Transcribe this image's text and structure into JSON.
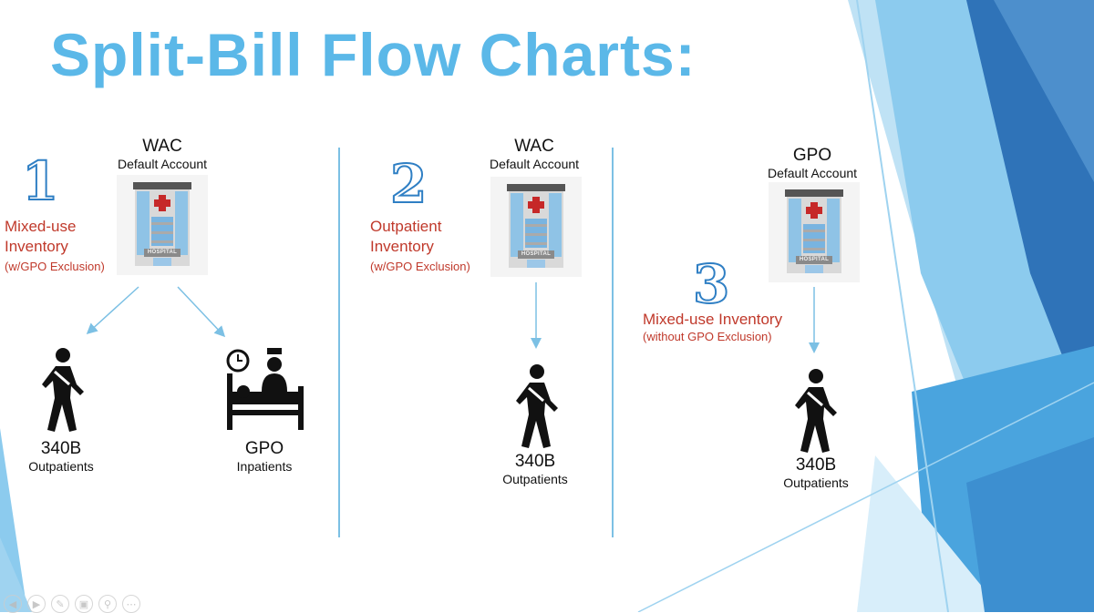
{
  "title": "Split-Bill Flow Charts:",
  "colors": {
    "title": "#5bb8e8",
    "inventory_text": "#c0392b",
    "number_outline": "#2f7fc4",
    "arrows": "#7cc0e4"
  },
  "flow1": {
    "number": "1",
    "account": "WAC",
    "account_sub": "Default Account",
    "inventory": [
      "Mixed-use",
      "Inventory"
    ],
    "exclusion": "(w/GPO Exclusion)",
    "targets": [
      {
        "account": "340B",
        "label": "Outpatients",
        "icon": "walking-patient-icon"
      },
      {
        "account": "GPO",
        "label": "Inpatients",
        "icon": "hospital-bed-icon"
      }
    ]
  },
  "flow2": {
    "number": "2",
    "account": "WAC",
    "account_sub": "Default Account",
    "inventory": [
      "Outpatient",
      "Inventory"
    ],
    "exclusion": "(w/GPO Exclusion)",
    "targets": [
      {
        "account": "340B",
        "label": "Outpatients",
        "icon": "walking-patient-icon"
      }
    ]
  },
  "flow3": {
    "number": "3",
    "account": "GPO",
    "account_sub": "Default Account",
    "inventory": [
      "Mixed-use Inventory"
    ],
    "exclusion": "(without GPO Exclusion)",
    "targets": [
      {
        "account": "340B",
        "label": "Outpatients",
        "icon": "walking-patient-icon"
      }
    ]
  },
  "hospital_sign": "HOSPITAL",
  "controls": [
    "previous-icon",
    "next-icon",
    "pen-icon",
    "slides-icon",
    "zoom-icon",
    "more-icon"
  ]
}
